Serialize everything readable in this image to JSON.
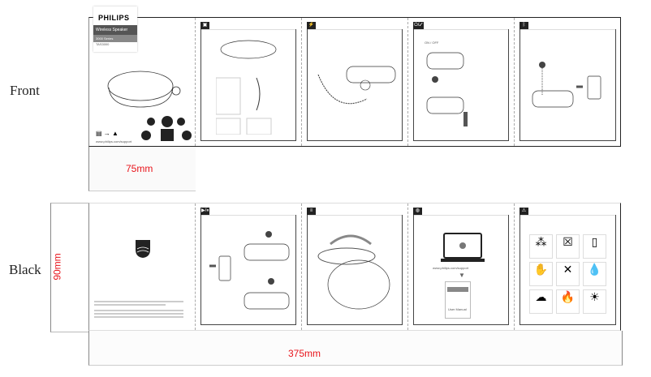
{
  "labels": {
    "front": "Front",
    "black": "Black",
    "width_front": "75mm",
    "height": "90mm",
    "total_width": "375mm"
  },
  "cover": {
    "brand": "PHILIPS",
    "product": "Wireless Speaker",
    "series": "3000 Series",
    "model": "TAS3000",
    "url": "www.philips.com/support"
  },
  "panels_front": [
    {
      "badge": "box-icon"
    },
    {
      "badge": "usb-icon"
    },
    {
      "badge": "power-icon",
      "caption": "ON / OFF"
    },
    {
      "badge": "bluetooth-icon"
    }
  ],
  "panels_back": [
    {
      "badge": "play-pause-icon"
    },
    {
      "badge": "strap-icon"
    },
    {
      "badge": "globe-icon",
      "url": "www.philips.com/support",
      "manual": "User Manual"
    },
    {
      "badge": "warning-icon"
    }
  ],
  "colors": {
    "dimension": "#e8141b",
    "ink": "#222222"
  }
}
